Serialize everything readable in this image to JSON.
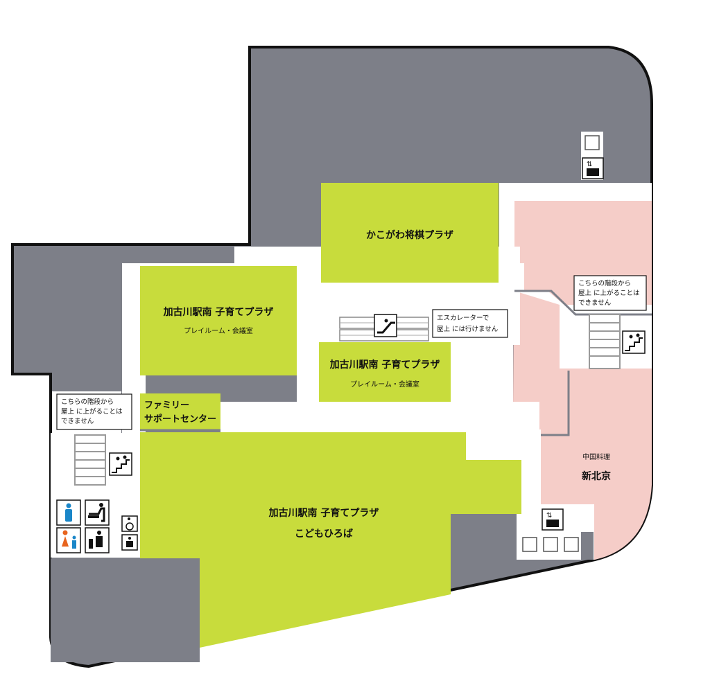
{
  "colors": {
    "wall": "#7d7f88",
    "outline": "#111111",
    "corridor": "#ffffff",
    "tenant_green": "#c8dc3c",
    "restaurant_pink": "#f5cdc8",
    "stair_gray": "#9a9a9a"
  },
  "rooms": {
    "shogi": {
      "name": "かこがわ将棋プラザ"
    },
    "kosodate_upper": {
      "name": "加古川駅南 子育てプラザ",
      "sub": "プレイルーム・会議室"
    },
    "kosodate_center": {
      "name": "加古川駅南 子育てプラザ",
      "sub": "プレイルーム・会議室"
    },
    "family_support": {
      "line1": "ファミリー",
      "line2": "サポートセンター"
    },
    "kodomo_hiroba": {
      "name": "加古川駅南 子育てプラザ",
      "sub": "こどもひろば"
    },
    "restaurant": {
      "category": "中国料理",
      "name": "新北京"
    }
  },
  "notices": {
    "stairs_left": [
      "こちらの階段から",
      "屋上 に上がることは",
      "できません"
    ],
    "stairs_right": [
      "こちらの階段から",
      "屋上 に上がることは",
      "できません"
    ],
    "escalator": [
      "エスカレーターで",
      "屋上 には行けません"
    ]
  },
  "icons": [
    "elevator-icon",
    "escalator-icon",
    "stairs-icon",
    "mens-restroom-icon",
    "womens-restroom-icon",
    "baby-changing-icon",
    "nursing-room-icon",
    "accessible-restroom-icon",
    "ostomate-icon"
  ]
}
